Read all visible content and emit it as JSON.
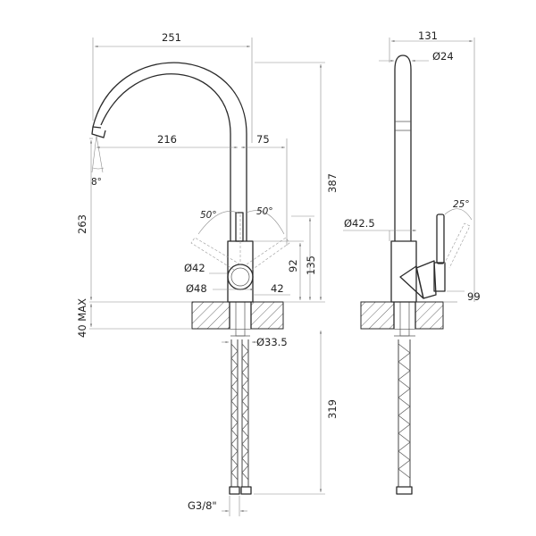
{
  "front_view": {
    "dimensions": {
      "overall_width": "251",
      "spout_reach": "216",
      "handle_offset": "75",
      "spout_angle": "8°",
      "height_to_spout": "263",
      "overall_height": "387",
      "handle_angle_left": "50°",
      "handle_angle_right": "50°",
      "body_diameter": "Ø42",
      "base_diameter": "Ø48",
      "handle_height": "92",
      "lever_height": "135",
      "body_width": "42",
      "max_counter_thickness": "40 MAX",
      "shank_diameter": "Ø33.5",
      "hose_length": "319",
      "thread": "G3/8\""
    }
  },
  "side_view": {
    "dimensions": {
      "overall_depth": "131",
      "spout_diameter": "Ø24",
      "body_diameter": "Ø42.5",
      "lever_angle": "25°",
      "handle_depth": "99"
    }
  }
}
